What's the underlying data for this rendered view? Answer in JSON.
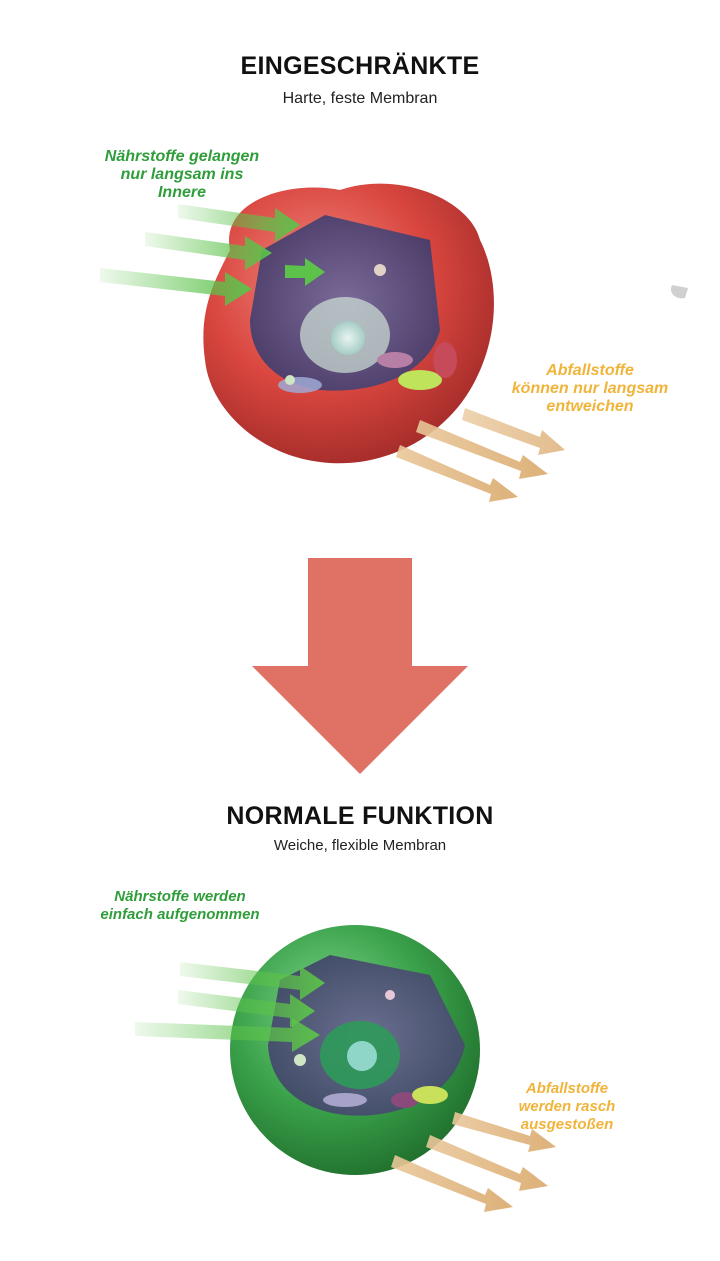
{
  "top": {
    "title": "EINGESCHRÄNKTE",
    "subtitle": "Harte, feste Membran",
    "nutrients": [
      "Nährstoffe gelangen",
      "nur langsam ins",
      "Innere"
    ],
    "waste": [
      "Abfallstoffe",
      "können nur langsam",
      "entweichen"
    ]
  },
  "bottom": {
    "title": "NORMALE FUNKTION",
    "subtitle": "Weiche, flexible Membran",
    "nutrients": [
      "Nährstoffe werden",
      "einfach aufgenommen"
    ],
    "waste": [
      "Abfallstoffe",
      "werden rasch",
      "ausgestoßen"
    ]
  },
  "colors": {
    "arrow": "#e07165",
    "nutrient_arrow": "#5cc24a",
    "waste_arrow": "#e9c79a",
    "rigid_cell": "#d9463f",
    "flexible_cell": "#3aa14a",
    "interior": "#5a4a78"
  },
  "icons": [
    "rigid-cell-illustration",
    "flexible-cell-illustration",
    "down-arrow-icon"
  ]
}
